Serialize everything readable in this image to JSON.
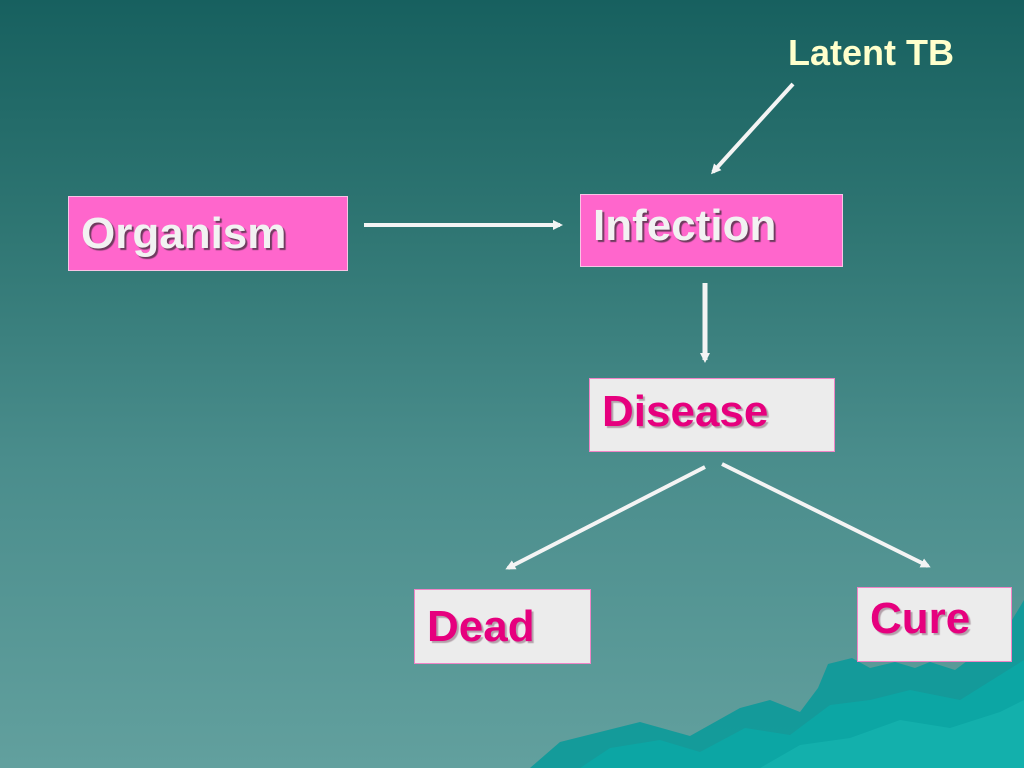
{
  "diagram": {
    "annotation": "Latent TB",
    "nodes": {
      "organism": "Organism",
      "infection": "Infection",
      "disease": "Disease",
      "dead": "Dead",
      "cure": "Cure"
    },
    "edges": [
      {
        "from": "Latent TB",
        "to": "Infection"
      },
      {
        "from": "Organism",
        "to": "Infection"
      },
      {
        "from": "Infection",
        "to": "Disease"
      },
      {
        "from": "Disease",
        "to": "Dead"
      },
      {
        "from": "Disease",
        "to": "Cure"
      }
    ]
  },
  "colors": {
    "pink_box": "#ff66cc",
    "grey_box": "#ececec",
    "magenta_text": "#e6007e",
    "label_text": "#ffffcc",
    "arrow": "#f4f4f4"
  }
}
